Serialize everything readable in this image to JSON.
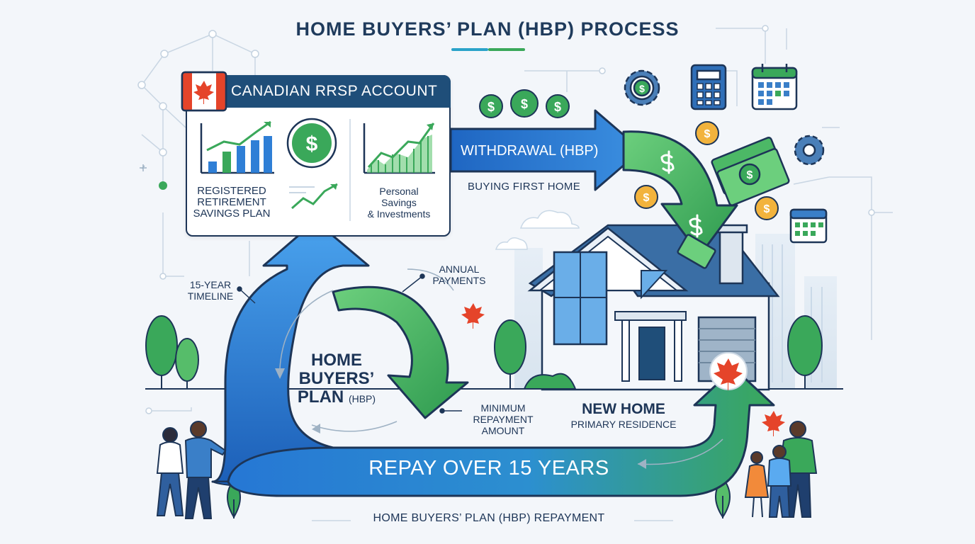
{
  "title": "HOME BUYERS’ PLAN (HBP) PROCESS",
  "colors": {
    "navy": "#1f4e79",
    "blue": "#2f7fd6",
    "blue_light": "#5aaaf0",
    "green": "#3aa85a",
    "green_light": "#7ad08a",
    "maple_red": "#e5442a",
    "background": "#f3f6fa"
  },
  "rrsp_card": {
    "header": "CANADIAN RRSP ACCOUNT",
    "left_label": [
      "REGISTERED",
      "RETIREMENT",
      "SAVINGS PLAN"
    ],
    "right_label": [
      "Personal",
      "Savings",
      "& Investments"
    ]
  },
  "withdrawal": {
    "label": "WITHDRAWAL (HBP)",
    "caption": "BUYING FIRST HOME"
  },
  "cycle": {
    "center_label": [
      "HOME",
      "BUYERS’",
      "PLAN"
    ],
    "center_suffix": "(HBP)",
    "timeline_label": [
      "15-YEAR",
      "TIMELINE"
    ],
    "annual_label": [
      "ANNUAL",
      "PAYMENTS"
    ],
    "minimum_label": [
      "MINIMUM",
      "REPAYMENT",
      "AMOUNT"
    ]
  },
  "home": {
    "title": "NEW HOME",
    "subtitle": "PRIMARY RESIDENCE"
  },
  "repay_banner": "REPAY OVER 15 YEARS",
  "footer": "HOME BUYERS’ PLAN (HBP) REPAYMENT",
  "icons": [
    "dollar-coin-icon",
    "gear-dollar-icon",
    "calculator-icon",
    "calendar-icon",
    "gear-icon",
    "money-bills-icon",
    "maple-leaf-icon",
    "house-icon",
    "family-icon",
    "tree-icon"
  ]
}
